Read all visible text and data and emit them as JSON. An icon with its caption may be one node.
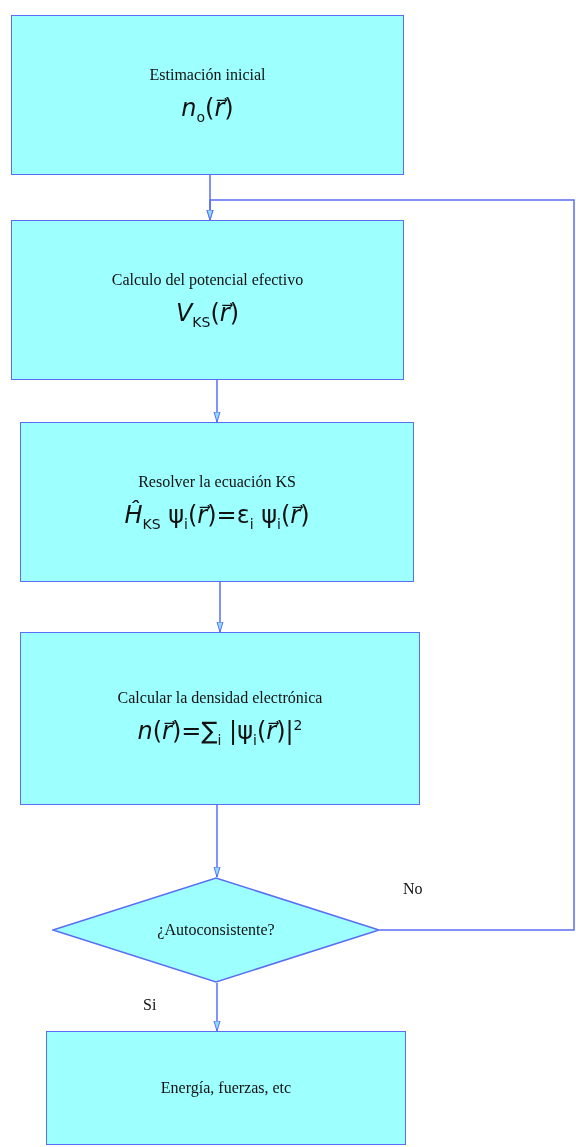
{
  "diagram": {
    "nodes": [
      {
        "text": [
          "Estimación inicial",
          "*n*$_{o}$(*r⃗*)"
        ]
      },
      {
        "text": [
          "Calculo del potencial efectivo",
          "*V*$_{KS}$(*r⃗*)"
        ]
      },
      {
        "text": [
          "Resolver la ecuación KS",
          "*Ĥ*$_{KS}$ ψ$_{i}$(*r⃗*)=ε$_{i}$ ψ$_{i}$(*r⃗*)"
        ]
      },
      {
        "text": [
          "Calcular la densidad electrónica",
          "*n*(*r⃗*)=∑$_{i}$ |ψ$_{i}$(*r⃗*)|$^{2}$"
        ]
      },
      {
        "text": [
          "¿Autoconsistente?"
        ]
      },
      {
        "text": [
          "Energía, fuerzas, etc"
        ]
      }
    ],
    "edges": [
      {
        "from": 0,
        "to": 1,
        "arrow": "to"
      },
      {
        "from": 1,
        "to": 2,
        "arrow": "to"
      },
      {
        "from": 2,
        "to": 3,
        "arrow": "to"
      },
      {
        "from": 3,
        "to": 4,
        "arrow": "to"
      },
      {
        "from": 4,
        "to": 5,
        "arrow": "to",
        "label": "Si"
      },
      {
        "from": 4,
        "to": 1,
        "arrow": "to",
        "label": "No"
      }
    ]
  }
}
